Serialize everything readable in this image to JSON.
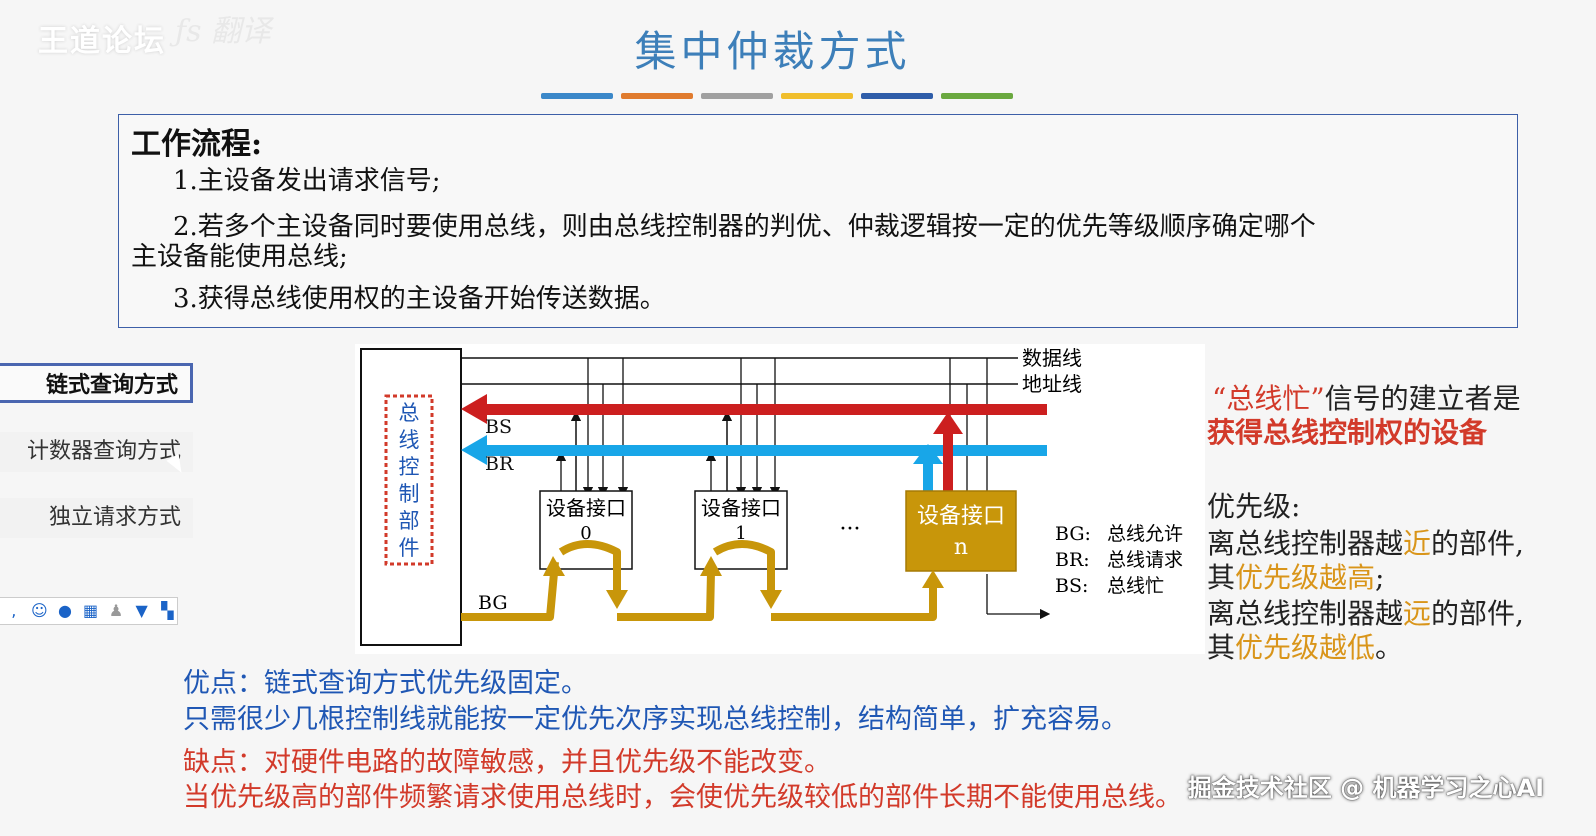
{
  "watermark": {
    "brand": "王道论坛",
    "scribble": "ƒs 翻译"
  },
  "title": "集中仲裁方式",
  "colors": {
    "title": "#3d7fb9",
    "bars": [
      "#3b88c9",
      "#e07b2e",
      "#a0a0a0",
      "#f0be2c",
      "#2f5da9",
      "#6aa83f"
    ],
    "red": "#d23a2a",
    "orange": "#d9951a",
    "blue_text": "#1f57b4",
    "bus_red": "#cc1f1f",
    "bus_blue": "#18a6e8",
    "bus_gold": "#c8960a"
  },
  "workflow": {
    "heading": "工作流程:",
    "step1": "1.主设备发出请求信号;",
    "step2a": "2.若多个主设备同时要使用总线，则由总线控制器的判优、仲裁逻辑按一定的优先等级顺序确定哪个",
    "step2b": "主设备能使用总线;",
    "step3": "3.获得总线使用权的主设备开始传送数据。"
  },
  "sidebar": {
    "items": [
      {
        "label": "链式查询方式",
        "active": true
      },
      {
        "label": "计数器查询方式",
        "active": false
      },
      {
        "label": "独立请求方式",
        "active": false
      }
    ]
  },
  "toolbar": {
    "icons": [
      "comma-icon",
      "smiley-icon",
      "microphone-icon",
      "keyboard-icon",
      "user-icon",
      "shirt-icon",
      "grid-icon"
    ]
  },
  "diagram": {
    "controller": [
      "总",
      "线",
      "控",
      "制",
      "部",
      "件"
    ],
    "data_line": "数据线",
    "addr_line": "地址线",
    "bs": "BS",
    "br": "BR",
    "bg": "BG",
    "dev0": {
      "line1": "设备接口",
      "line2": "0"
    },
    "dev1": {
      "line1": "设备接口",
      "line2": "1"
    },
    "devn": {
      "line1": "设备接口",
      "line2": "n"
    },
    "dots": "···",
    "legend": [
      {
        "key": "BG:",
        "val": "总线允许"
      },
      {
        "key": "BR:",
        "val": "总线请求"
      },
      {
        "key": "BS:",
        "val": "总线忙"
      }
    ]
  },
  "note_busy": {
    "l1_quote": "“总线忙”",
    "l1_rest": "信号的建立者是",
    "l2": "获得总线控制权的设备"
  },
  "priority": {
    "heading": "优先级:",
    "a1": "离总线控制器越",
    "a2": "近",
    "a3": "的部件,",
    "b1": "其",
    "b2": "优先级越高",
    "b3": ";",
    "c1": "离总线控制器越",
    "c2": "远",
    "c3": "的部件,",
    "d1": "其",
    "d2": "优先级越低",
    "d3": "。"
  },
  "pros": {
    "l1": "优点：链式查询方式优先级固定。",
    "l2": "只需很少几根控制线就能按一定优先次序实现总线控制，结构简单，扩充容易。"
  },
  "cons": {
    "l1": "缺点：对硬件电路的故障敏感，并且优先级不能改变。",
    "l2": "当优先级高的部件频繁请求使用总线时，会使优先级较低的部件长期不能使用总线。"
  },
  "credit": "掘金技术社区 @ 机器学习之心AI"
}
